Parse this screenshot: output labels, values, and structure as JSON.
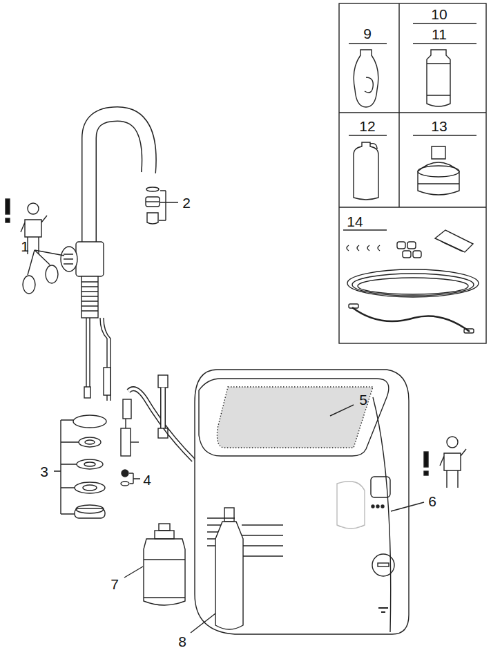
{
  "diagram": {
    "labels": [
      "9",
      "10",
      "11",
      "12",
      "13",
      "14",
      "2",
      "1",
      "5",
      "3",
      "4",
      "6",
      "7",
      "8"
    ]
  }
}
